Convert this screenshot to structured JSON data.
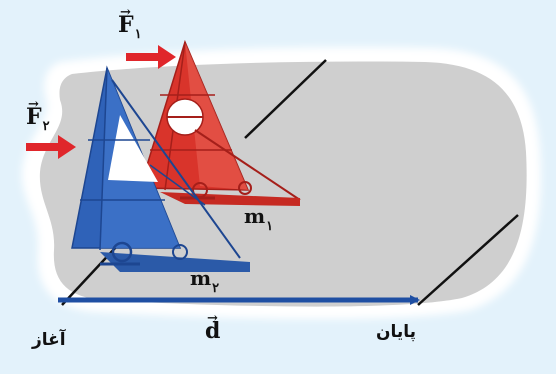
{
  "labels": {
    "f1": {
      "symbol": "F",
      "subscript": "۱"
    },
    "f2": {
      "symbol": "F",
      "subscript": "۲"
    },
    "m1": {
      "symbol": "m",
      "subscript": "۱"
    },
    "m2": {
      "symbol": "m",
      "subscript": "۲"
    },
    "d": {
      "symbol": "d"
    },
    "start": "آغاز",
    "end": "پایان"
  },
  "colors": {
    "background": "#e3f2fb",
    "ice": "#cfcfcf",
    "red_boat": "#d9342b",
    "blue_boat": "#2f62b8",
    "force_arrow": "#e0262b",
    "displacement_arrow": "#1f4fa3",
    "line": "#111111"
  },
  "icons": {
    "vector_arrow": "→"
  }
}
